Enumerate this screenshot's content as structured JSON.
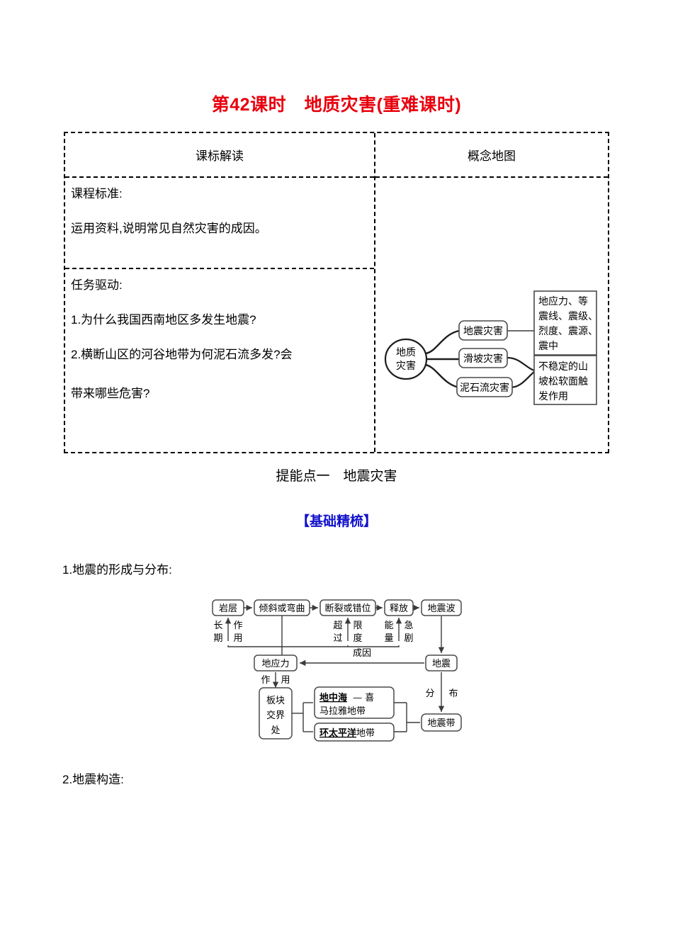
{
  "document": {
    "title": "第42课时　地质灾害(重难课时)"
  },
  "spec_table": {
    "headers": {
      "left": "课标解读",
      "right": "概念地图"
    },
    "curriculum_standard": {
      "label": "课程标准:",
      "text": "运用资料,说明常见自然灾害的成因。"
    },
    "task_driven": {
      "label": "任务驱动:",
      "items": [
        "1.为什么我国西南地区多发生地震?",
        "2.横断山区的河谷地带为何泥石流多发?会",
        "带来哪些危害?"
      ]
    }
  },
  "concept_map": {
    "root": "地质\n灾害",
    "root_line1": "地质",
    "root_line2": "灾害",
    "branches": [
      "地震灾害",
      "滑坡灾害",
      "泥石流灾害"
    ],
    "details": [
      {
        "lines": [
          "地应力、等",
          "震线、震级、",
          "烈度、震源、",
          "震中"
        ]
      },
      {
        "lines": [
          "不稳定的山",
          "坡松软面触",
          "发作用"
        ]
      }
    ]
  },
  "sections": {
    "point_one": "提能点一　地震灾害",
    "basics": "【基础精梳】"
  },
  "items": {
    "item1": "1.地震的形成与分布:",
    "item2": "2.地震构造:"
  },
  "flow_chart": {
    "nodes": {
      "rock_layer": "岩层",
      "tilt_bend": "倾斜或弯曲",
      "rupture_dislocation": "断裂或错位",
      "release": "释放",
      "seismic_wave": "地震波",
      "crustal_stress": "地应力",
      "earthquake": "地震",
      "plate_boundary_l1": "板块",
      "plate_boundary_l2": "交界",
      "plate_boundary_l3": "处",
      "mediterranean_bold": "地中海",
      "mediterranean_rest": "— 喜",
      "mediterranean_l2": "马拉雅地带",
      "pacific_bold": "环太平洋",
      "pacific_rest": "地带",
      "seismic_belt": "地震带"
    },
    "edge_labels": {
      "long_term_1": "长",
      "long_term_2": "期",
      "action_1": "作",
      "action_2": "用",
      "exceed_1": "超",
      "exceed_2": "过",
      "limit_1": "限",
      "limit_2": "度",
      "energy_1": "能",
      "energy_2": "量",
      "sharp_1": "急",
      "sharp_2": "剧",
      "cause": "成因",
      "effect_1": "作",
      "effect_2": "用",
      "distribution_1": "分",
      "distribution_2": "布"
    }
  },
  "colors": {
    "title_red": "#e8000d",
    "heading_blue": "#1111cc",
    "text_black": "#000000",
    "border_black": "#000000"
  }
}
